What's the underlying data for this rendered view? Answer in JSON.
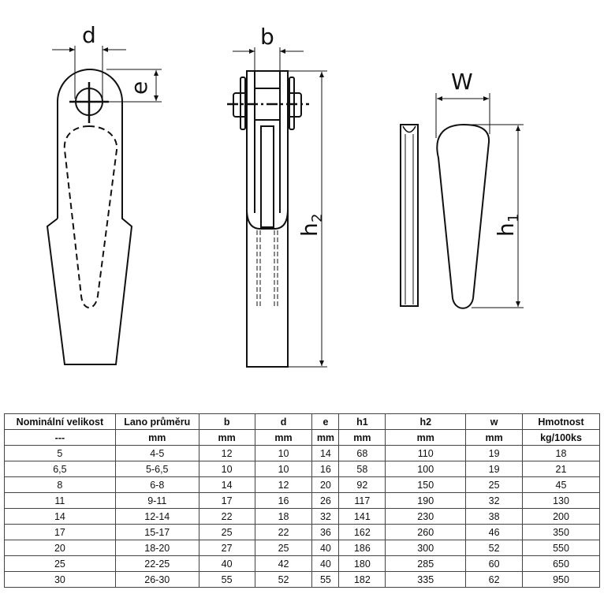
{
  "diagram": {
    "labels": {
      "d": "d",
      "e": "e",
      "b": "b",
      "h2": "h",
      "h2_sub": "2",
      "w": "W",
      "h1": "h",
      "h1_sub": "1"
    }
  },
  "table": {
    "headers": [
      "Nominální velikost",
      "Lano průměru",
      "b",
      "d",
      "e",
      "h1",
      "h2",
      "w",
      "Hmotnost"
    ],
    "units": [
      "---",
      "mm",
      "mm",
      "mm",
      "mm",
      "mm",
      "mm",
      "mm",
      "kg/100ks"
    ],
    "rows": [
      [
        "5",
        "4-5",
        "12",
        "10",
        "14",
        "68",
        "110",
        "19",
        "18"
      ],
      [
        "6,5",
        "5-6,5",
        "10",
        "10",
        "16",
        "58",
        "100",
        "19",
        "21"
      ],
      [
        "8",
        "6-8",
        "14",
        "12",
        "20",
        "92",
        "150",
        "25",
        "45"
      ],
      [
        "11",
        "9-11",
        "17",
        "16",
        "26",
        "117",
        "190",
        "32",
        "130"
      ],
      [
        "14",
        "12-14",
        "22",
        "18",
        "32",
        "141",
        "230",
        "38",
        "200"
      ],
      [
        "17",
        "15-17",
        "25",
        "22",
        "36",
        "162",
        "260",
        "46",
        "350"
      ],
      [
        "20",
        "18-20",
        "27",
        "25",
        "40",
        "186",
        "300",
        "52",
        "550"
      ],
      [
        "25",
        "22-25",
        "40",
        "42",
        "40",
        "180",
        "285",
        "60",
        "650"
      ],
      [
        "30",
        "26-30",
        "55",
        "52",
        "55",
        "182",
        "335",
        "62",
        "950"
      ]
    ]
  }
}
